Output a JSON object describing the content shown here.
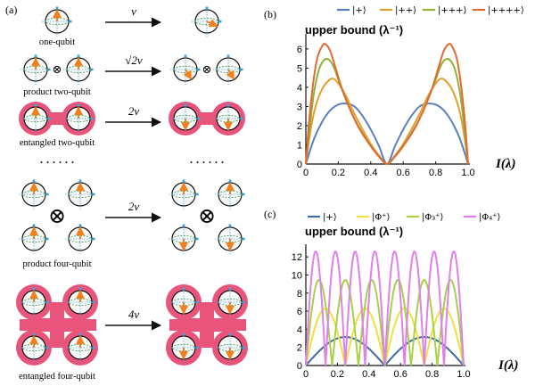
{
  "panel_a": {
    "label": "(a)",
    "rows": [
      {
        "caption": "one-qubit",
        "speed": "v",
        "kind": "single"
      },
      {
        "caption": "product two-qubit",
        "speed": "√2v",
        "kind": "product2"
      },
      {
        "caption": "entangled two-qubit",
        "speed": "2v",
        "kind": "entangled2"
      },
      {
        "caption": "product four-qubit",
        "speed": "2v",
        "kind": "product4"
      },
      {
        "caption": "entangled four-qubit",
        "speed": "4v",
        "kind": "entangled4"
      }
    ],
    "ellipsis": "· · · · · ·",
    "tensor_symbol": "⊗",
    "colors": {
      "arrow": "#f08020",
      "pink": "#e8547a",
      "axis": "#3aa6e0",
      "equator": "#2e9a4a"
    }
  },
  "chart_data": [
    {
      "id": "b",
      "panel_label": "(b)",
      "type": "line",
      "ylabel": "upper bound (λ⁻¹)",
      "xlabel": "I(λ)",
      "xlim": [
        0,
        1.0
      ],
      "ylim": [
        0,
        6.6
      ],
      "xticks": [
        0,
        0.2,
        0.4,
        0.6,
        0.8,
        1.0
      ],
      "xtick_labels": [
        "0",
        "0.2",
        "0.4",
        "0.6",
        "0.8",
        "1.0"
      ],
      "yticks": [
        0,
        1,
        2,
        3,
        4,
        5,
        6
      ],
      "ytick_labels": [
        "0",
        "1",
        "2",
        "3",
        "4",
        "5",
        "6"
      ],
      "grid": false,
      "legend_position": "top",
      "series": [
        {
          "name": "|+⟩",
          "color": "#5b7fbf",
          "points": [
            [
              0,
              0
            ],
            [
              0.05,
              1.3
            ],
            [
              0.1,
              2.2
            ],
            [
              0.15,
              2.8
            ],
            [
              0.2,
              3.1
            ],
            [
              0.25,
              3.15
            ],
            [
              0.3,
              3.0
            ],
            [
              0.35,
              2.5
            ],
            [
              0.4,
              1.8
            ],
            [
              0.45,
              0.95
            ],
            [
              0.5,
              0
            ],
            [
              0.55,
              0.95
            ],
            [
              0.6,
              1.8
            ],
            [
              0.65,
              2.5
            ],
            [
              0.7,
              3.0
            ],
            [
              0.75,
              3.15
            ],
            [
              0.8,
              3.1
            ],
            [
              0.85,
              2.8
            ],
            [
              0.9,
              2.2
            ],
            [
              0.95,
              1.3
            ],
            [
              1.0,
              0
            ]
          ]
        },
        {
          "name": "|++⟩",
          "color": "#e0a030",
          "points": [
            [
              0,
              0
            ],
            [
              0.03,
              1.8
            ],
            [
              0.06,
              3.0
            ],
            [
              0.1,
              3.9
            ],
            [
              0.14,
              4.35
            ],
            [
              0.17,
              4.45
            ],
            [
              0.2,
              4.2
            ],
            [
              0.25,
              3.5
            ],
            [
              0.3,
              2.6
            ],
            [
              0.35,
              1.8
            ],
            [
              0.4,
              1.05
            ],
            [
              0.45,
              0.45
            ],
            [
              0.5,
              0
            ],
            [
              0.55,
              0.45
            ],
            [
              0.6,
              1.05
            ],
            [
              0.65,
              1.8
            ],
            [
              0.7,
              2.6
            ],
            [
              0.75,
              3.5
            ],
            [
              0.8,
              4.2
            ],
            [
              0.83,
              4.45
            ],
            [
              0.86,
              4.35
            ],
            [
              0.9,
              3.9
            ],
            [
              0.94,
              3.0
            ],
            [
              0.97,
              1.8
            ],
            [
              1.0,
              0
            ]
          ]
        },
        {
          "name": "|+++⟩",
          "color": "#8fb23c",
          "points": [
            [
              0,
              0
            ],
            [
              0.025,
              2.0
            ],
            [
              0.05,
              3.7
            ],
            [
              0.08,
              4.9
            ],
            [
              0.11,
              5.4
            ],
            [
              0.14,
              5.45
            ],
            [
              0.17,
              5.1
            ],
            [
              0.2,
              4.4
            ],
            [
              0.25,
              3.3
            ],
            [
              0.3,
              2.35
            ],
            [
              0.35,
              1.6
            ],
            [
              0.4,
              0.95
            ],
            [
              0.45,
              0.4
            ],
            [
              0.5,
              0
            ],
            [
              0.55,
              0.4
            ],
            [
              0.6,
              0.95
            ],
            [
              0.65,
              1.6
            ],
            [
              0.7,
              2.35
            ],
            [
              0.75,
              3.3
            ],
            [
              0.8,
              4.4
            ],
            [
              0.83,
              5.1
            ],
            [
              0.86,
              5.45
            ],
            [
              0.89,
              5.4
            ],
            [
              0.92,
              4.9
            ],
            [
              0.95,
              3.7
            ],
            [
              0.975,
              2.0
            ],
            [
              1.0,
              0
            ]
          ]
        },
        {
          "name": "|++++⟩",
          "color": "#e06a30",
          "points": [
            [
              0,
              0
            ],
            [
              0.02,
              2.2
            ],
            [
              0.045,
              4.2
            ],
            [
              0.07,
              5.5
            ],
            [
              0.1,
              6.15
            ],
            [
              0.12,
              6.25
            ],
            [
              0.15,
              5.9
            ],
            [
              0.18,
              5.1
            ],
            [
              0.22,
              4.0
            ],
            [
              0.27,
              2.9
            ],
            [
              0.32,
              2.0
            ],
            [
              0.37,
              1.3
            ],
            [
              0.42,
              0.7
            ],
            [
              0.46,
              0.3
            ],
            [
              0.5,
              0
            ],
            [
              0.54,
              0.3
            ],
            [
              0.58,
              0.7
            ],
            [
              0.63,
              1.3
            ],
            [
              0.68,
              2.0
            ],
            [
              0.73,
              2.9
            ],
            [
              0.78,
              4.0
            ],
            [
              0.82,
              5.1
            ],
            [
              0.85,
              5.9
            ],
            [
              0.88,
              6.25
            ],
            [
              0.9,
              6.15
            ],
            [
              0.93,
              5.5
            ],
            [
              0.955,
              4.2
            ],
            [
              0.98,
              2.2
            ],
            [
              1.0,
              0
            ]
          ]
        }
      ]
    },
    {
      "id": "c",
      "panel_label": "(c)",
      "type": "line",
      "ylabel": "upper bound (λ⁻¹)",
      "xlabel": "I(λ)",
      "xlim": [
        0,
        1.0
      ],
      "ylim": [
        0,
        13
      ],
      "xticks": [
        0,
        0.2,
        0.4,
        0.6,
        0.8,
        1.0
      ],
      "xtick_labels": [
        "0",
        "0.2",
        "0.4",
        "0.6",
        "0.8",
        "1.0"
      ],
      "yticks": [
        0,
        2,
        4,
        6,
        8,
        10,
        12
      ],
      "ytick_labels": [
        "0",
        "2",
        "4",
        "6",
        "8",
        "10",
        "12"
      ],
      "grid": false,
      "legend_position": "top",
      "series": [
        {
          "name": "|+⟩",
          "color": "#3f6aa8",
          "lobes": 2,
          "amplitude": 3.15
        },
        {
          "name": "|Φ⁺⟩",
          "color": "#f0e040",
          "lobes": 4,
          "amplitude": 6.3
        },
        {
          "name": "|Φ₃⁺⟩",
          "color": "#a8d048",
          "lobes": 6,
          "amplitude": 9.45
        },
        {
          "name": "|Φ₄⁺⟩",
          "color": "#e080e8",
          "lobes": 8,
          "amplitude": 12.6
        }
      ]
    }
  ]
}
